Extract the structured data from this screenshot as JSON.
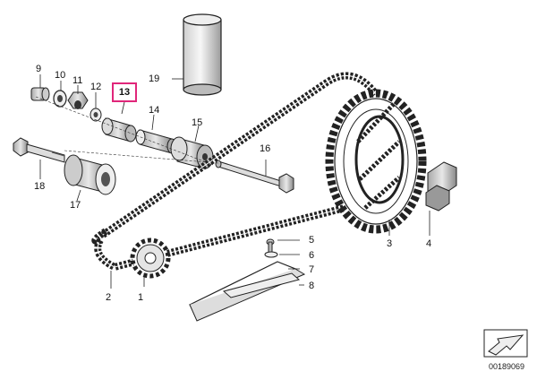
{
  "parts": {
    "p1": "1",
    "p2": "2",
    "p3": "3",
    "p4": "4",
    "p5": "5",
    "p6": "6",
    "p7": "7",
    "p8": "8",
    "p9": "9",
    "p10": "10",
    "p11": "11",
    "p12": "12",
    "p13": "13",
    "p14": "14",
    "p15": "15",
    "p16": "16",
    "p17": "17",
    "p18": "18",
    "p19": "19"
  },
  "highlighted_part": "13",
  "highlight_color": "#e0267a",
  "diagram_number": "00189069",
  "icons": {
    "reference_arrow": "arrow-icon"
  }
}
